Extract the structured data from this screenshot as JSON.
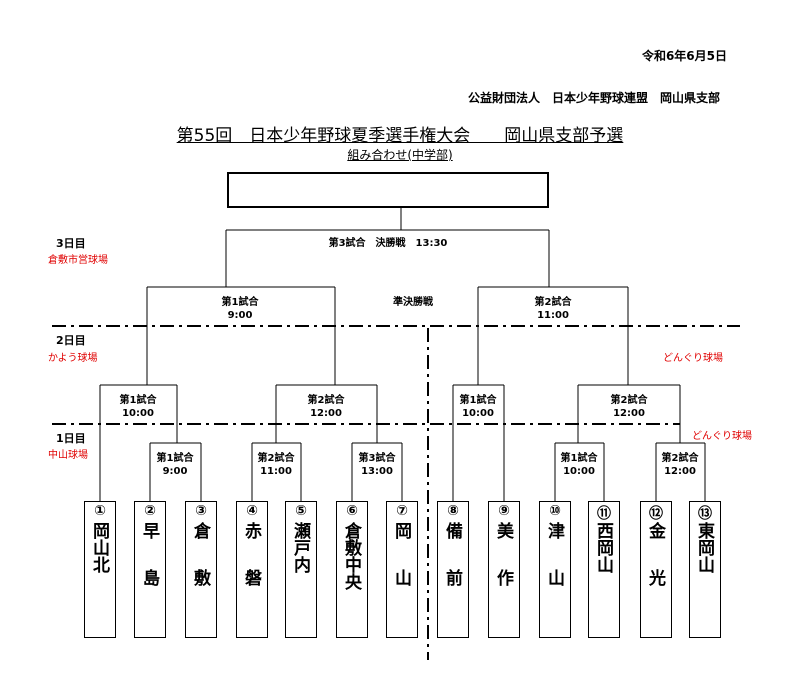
{
  "header": {
    "date": "令和6年6月5日",
    "organization": "公益財団法人　日本少年野球連盟　岡山県支部",
    "title": "第55回　日本少年野球夏季選手権大会　　岡山県支部予選",
    "subtitle": "組み合わせ(中学部)"
  },
  "days": {
    "day3": {
      "label": "3日目",
      "venue": "倉敷市営球場"
    },
    "day2": {
      "label": "2日目",
      "venue_left": "かよう球場",
      "venue_right": "どんぐり球場"
    },
    "day1": {
      "label": "1日目",
      "venue_left": "中山球場",
      "venue_right": "どんぐり球場"
    }
  },
  "rounds": {
    "final": {
      "label": "第3試合　決勝戦　13:30"
    },
    "semifinal": {
      "label": "準決勝戦",
      "left": {
        "name": "第1試合",
        "time": "9:00"
      },
      "right": {
        "name": "第2試合",
        "time": "11:00"
      }
    },
    "day2_games": {
      "left1": {
        "name": "第1試合",
        "time": "10:00"
      },
      "left2": {
        "name": "第2試合",
        "time": "12:00"
      },
      "right1": {
        "name": "第1試合",
        "time": "10:00"
      },
      "right2": {
        "name": "第2試合",
        "time": "12:00"
      }
    },
    "day1_games": {
      "left1": {
        "name": "第1試合",
        "time": "9:00"
      },
      "left2": {
        "name": "第2試合",
        "time": "11:00"
      },
      "left3": {
        "name": "第3試合",
        "time": "13:00"
      },
      "right1": {
        "name": "第1試合",
        "time": "10:00"
      },
      "right2": {
        "name": "第2試合",
        "time": "12:00"
      }
    }
  },
  "teams": [
    {
      "num": "①",
      "name": "岡山北"
    },
    {
      "num": "②",
      "name": "早島"
    },
    {
      "num": "③",
      "name": "倉敷"
    },
    {
      "num": "④",
      "name": "赤磐"
    },
    {
      "num": "⑤",
      "name": "瀬戸内"
    },
    {
      "num": "⑥",
      "name": "倉敷中央"
    },
    {
      "num": "⑦",
      "name": "岡山"
    },
    {
      "num": "⑧",
      "name": "備前"
    },
    {
      "num": "⑨",
      "name": "美作"
    },
    {
      "num": "⑩",
      "name": "津山"
    },
    {
      "num": "⑪",
      "name": "西岡山"
    },
    {
      "num": "⑫",
      "name": "金光"
    },
    {
      "num": "⑬",
      "name": "東岡山"
    }
  ]
}
